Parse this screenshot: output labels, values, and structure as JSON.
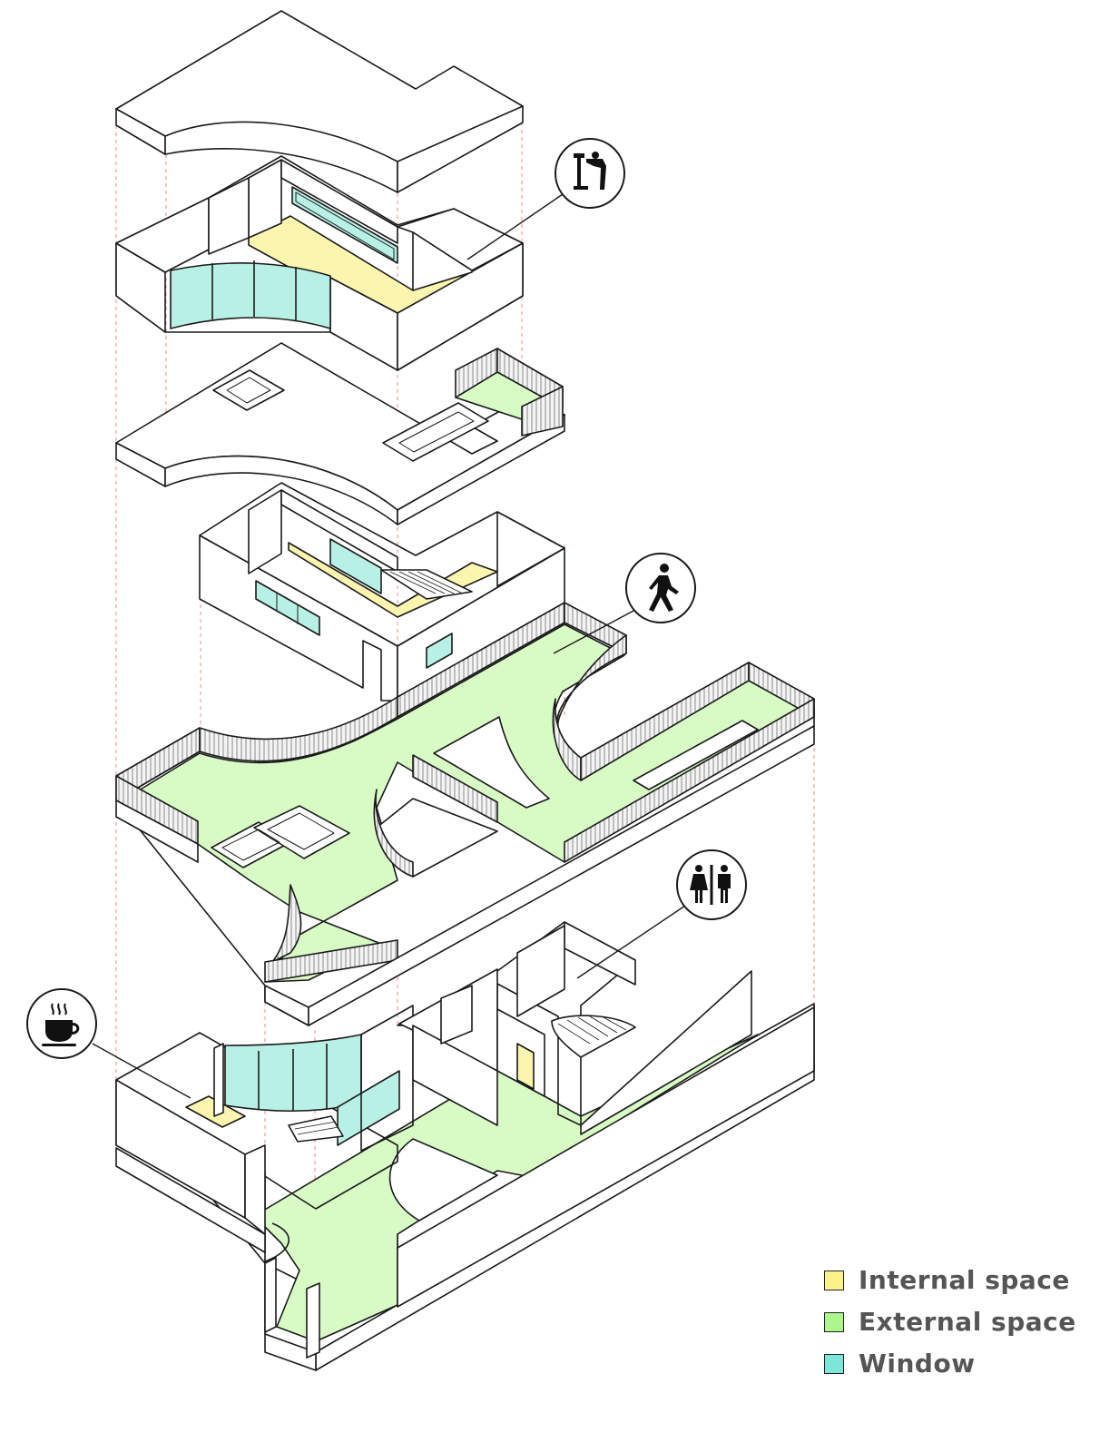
{
  "diagram": {
    "colors": {
      "internal": "#fbf5b0",
      "external": "#d8fbc6",
      "window": "#b9f0e6",
      "line": "#1a1a1a",
      "guide": "#f08a8a",
      "railing": "#777777"
    },
    "icons": [
      {
        "name": "coffee-cup-icon"
      },
      {
        "name": "binoculars-viewer-icon"
      },
      {
        "name": "pedestrian-walking-icon"
      },
      {
        "name": "restroom-icon"
      }
    ]
  },
  "legend": {
    "items": [
      {
        "label": "Internal space",
        "color": "#fbf38a"
      },
      {
        "label": "External space",
        "color": "#adf58d"
      },
      {
        "label": "Window",
        "color": "#7ee6d8"
      }
    ]
  }
}
